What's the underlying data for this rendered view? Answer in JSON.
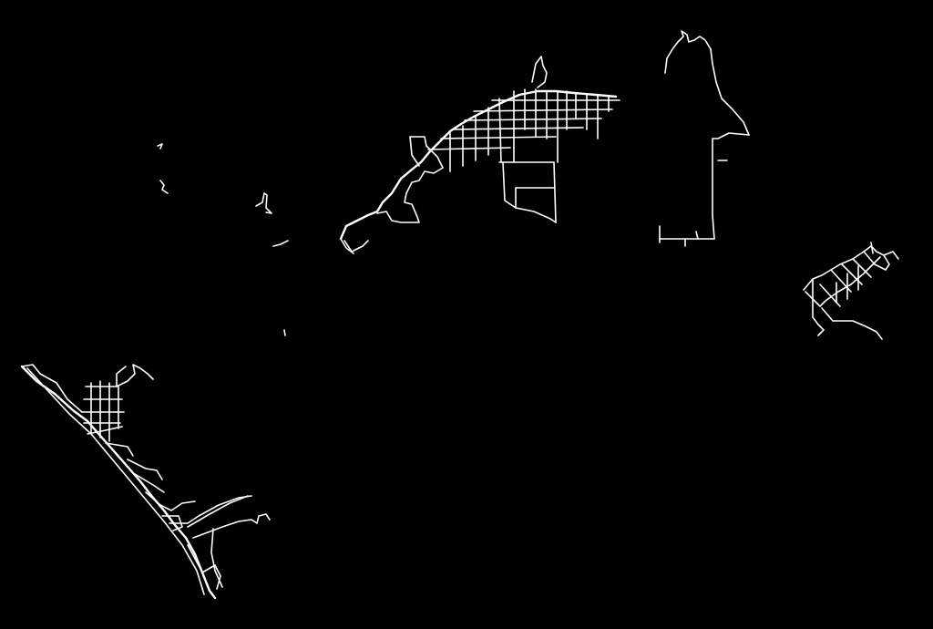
{
  "map": {
    "background_color": "#000000",
    "track_color": "#ffffff",
    "legend": "none",
    "labels": "none",
    "clusters": [
      {
        "id": "northwest-fragments"
      },
      {
        "id": "central-grid"
      },
      {
        "id": "northeast-corridor"
      },
      {
        "id": "east-grid"
      },
      {
        "id": "southwest-coastal-grid"
      }
    ]
  }
}
